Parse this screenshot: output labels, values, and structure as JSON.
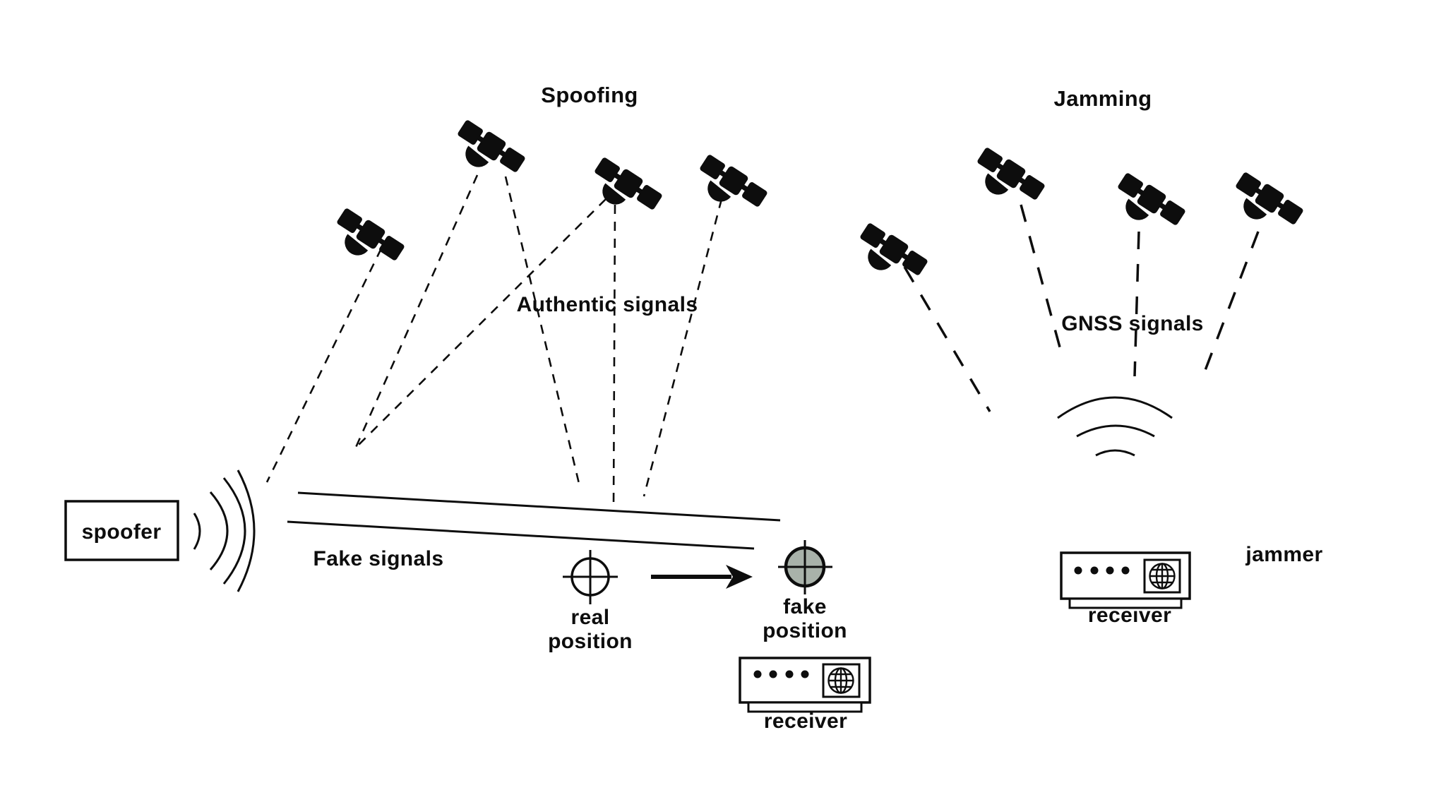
{
  "colors": {
    "ink": "#0d0d0d",
    "background": "#ffffff",
    "fake_position_fill": "#a9b2aa"
  },
  "spoofing": {
    "title": "Spoofing",
    "authentic_signals_label": "Authentic signals",
    "fake_signals_label": "Fake signals",
    "spoofer_label": "spoofer",
    "real_position": {
      "line1": "real",
      "line2": "position"
    },
    "fake_position": {
      "line1": "fake",
      "line2": "position",
      "fill": "#a9b2aa"
    },
    "receiver_label": "receiver",
    "satellite_count": 4
  },
  "jamming": {
    "title": "Jamming",
    "gnss_signals_label": "GNSS signals",
    "jammer_label": "jammer",
    "receiver_label": "receiver",
    "satellite_count": 4
  }
}
